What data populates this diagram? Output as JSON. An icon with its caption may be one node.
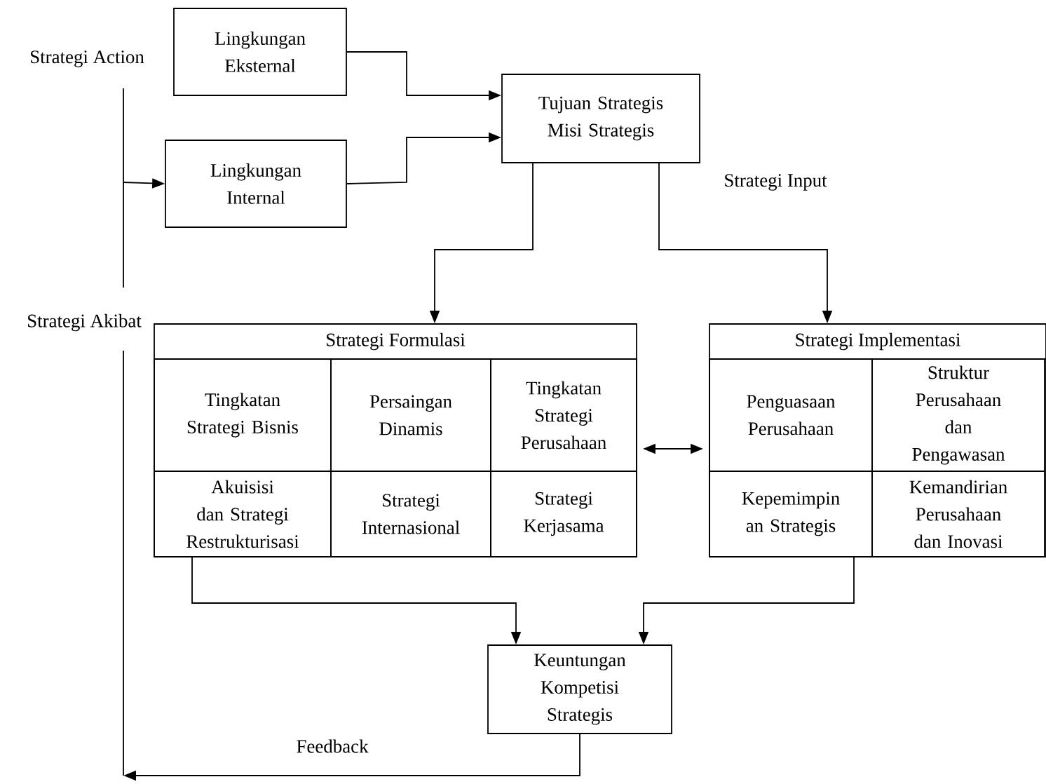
{
  "diagram": {
    "nodes": [
      {
        "text": [
          "Lingkungan Eksternal"
        ]
      },
      {
        "text": [
          "Lingkungan Internal"
        ]
      },
      {
        "text": [
          "Tujuan Strategis Misi Strategis"
        ]
      },
      {
        "text": [
          "Strategi Formulasi"
        ]
      },
      {
        "text": [
          "Tingkatan Strategi Bisnis"
        ],
        "in": 3
      },
      {
        "text": [
          "Persaingan Dinamis"
        ],
        "in": 3
      },
      {
        "text": [
          "Tingkatan Strategi Perusahaan"
        ],
        "in": 3
      },
      {
        "text": [
          "Akuisisi dan Strategi Restrukturisasi"
        ],
        "in": 3
      },
      {
        "text": [
          "Strategi Internasional"
        ],
        "in": 3
      },
      {
        "text": [
          "Strategi Kerjasama"
        ],
        "in": 3
      },
      {
        "text": [
          "Strategi Implementasi"
        ]
      },
      {
        "text": [
          "Penguasaan Perusahaan"
        ],
        "in": 10
      },
      {
        "text": [
          "Struktur Perusahaan dan Pengawasan"
        ],
        "in": 10
      },
      {
        "text": [
          "Kepemimpin an Strategis"
        ],
        "in": 10
      },
      {
        "text": [
          "Kemandirian Perusahaan dan Inovasi"
        ],
        "in": 10
      },
      {
        "text": [
          "Keuntungan Kompetisi Strategis"
        ]
      }
    ],
    "edges": [
      {
        "from": 0,
        "to": 2,
        "arrow": "to"
      },
      {
        "from": 1,
        "to": 2,
        "arrow": "to"
      },
      {
        "from": 2,
        "to": 3,
        "arrow": "to"
      },
      {
        "from": 2,
        "to": 10,
        "arrow": "to"
      },
      {
        "from": 3,
        "to": 10,
        "arrow": "both"
      },
      {
        "from": 3,
        "to": 15,
        "arrow": "to"
      },
      {
        "from": 10,
        "to": 15,
        "arrow": "to"
      },
      {
        "from": 15,
        "to": null,
        "arrow": "to",
        "label": "Feedback"
      },
      {
        "from": null,
        "to": 1,
        "arrow": "to"
      }
    ],
    "labels": [
      "Strategi Action",
      "Strategi Input",
      "Strategi Akibat"
    ]
  }
}
